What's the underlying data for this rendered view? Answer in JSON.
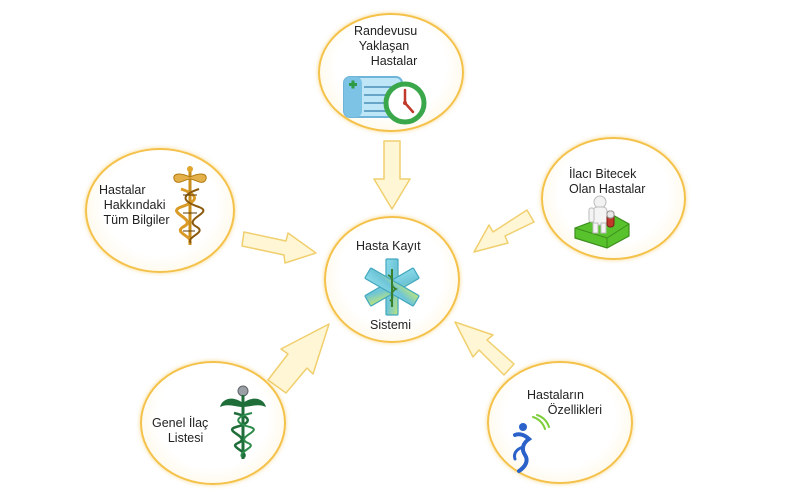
{
  "diagram": {
    "center": {
      "title_line1": "Hasta Kayıt",
      "title_line2": "Sistemi",
      "icon": "star-of-life-icon"
    },
    "nodes": [
      {
        "key": "top",
        "lines": [
          "Randevusu",
          "Yaklaşan",
          "Hastalar"
        ],
        "icon": "appointment-clock-icon"
      },
      {
        "key": "left",
        "lines": [
          "Hastalar",
          "Hakkındaki",
          "Tüm Bilgiler"
        ],
        "icon": "caduceus-dna-icon"
      },
      {
        "key": "right",
        "lines": [
          "İlacı Bitecek",
          "Olan Hastalar"
        ],
        "icon": "puzzle-pill-icon"
      },
      {
        "key": "bottom_left",
        "lines": [
          "Genel İlaç",
          "Listesi"
        ],
        "icon": "caduceus-icon"
      },
      {
        "key": "bottom_right",
        "lines": [
          "Hastaların",
          "Özellikleri"
        ],
        "icon": "person-figure-icon"
      }
    ],
    "colors": {
      "node_border": "#f4c24a",
      "arrow_fill": "#fff6d6",
      "arrow_stroke": "#f0cf6e",
      "text": "#222222"
    }
  }
}
